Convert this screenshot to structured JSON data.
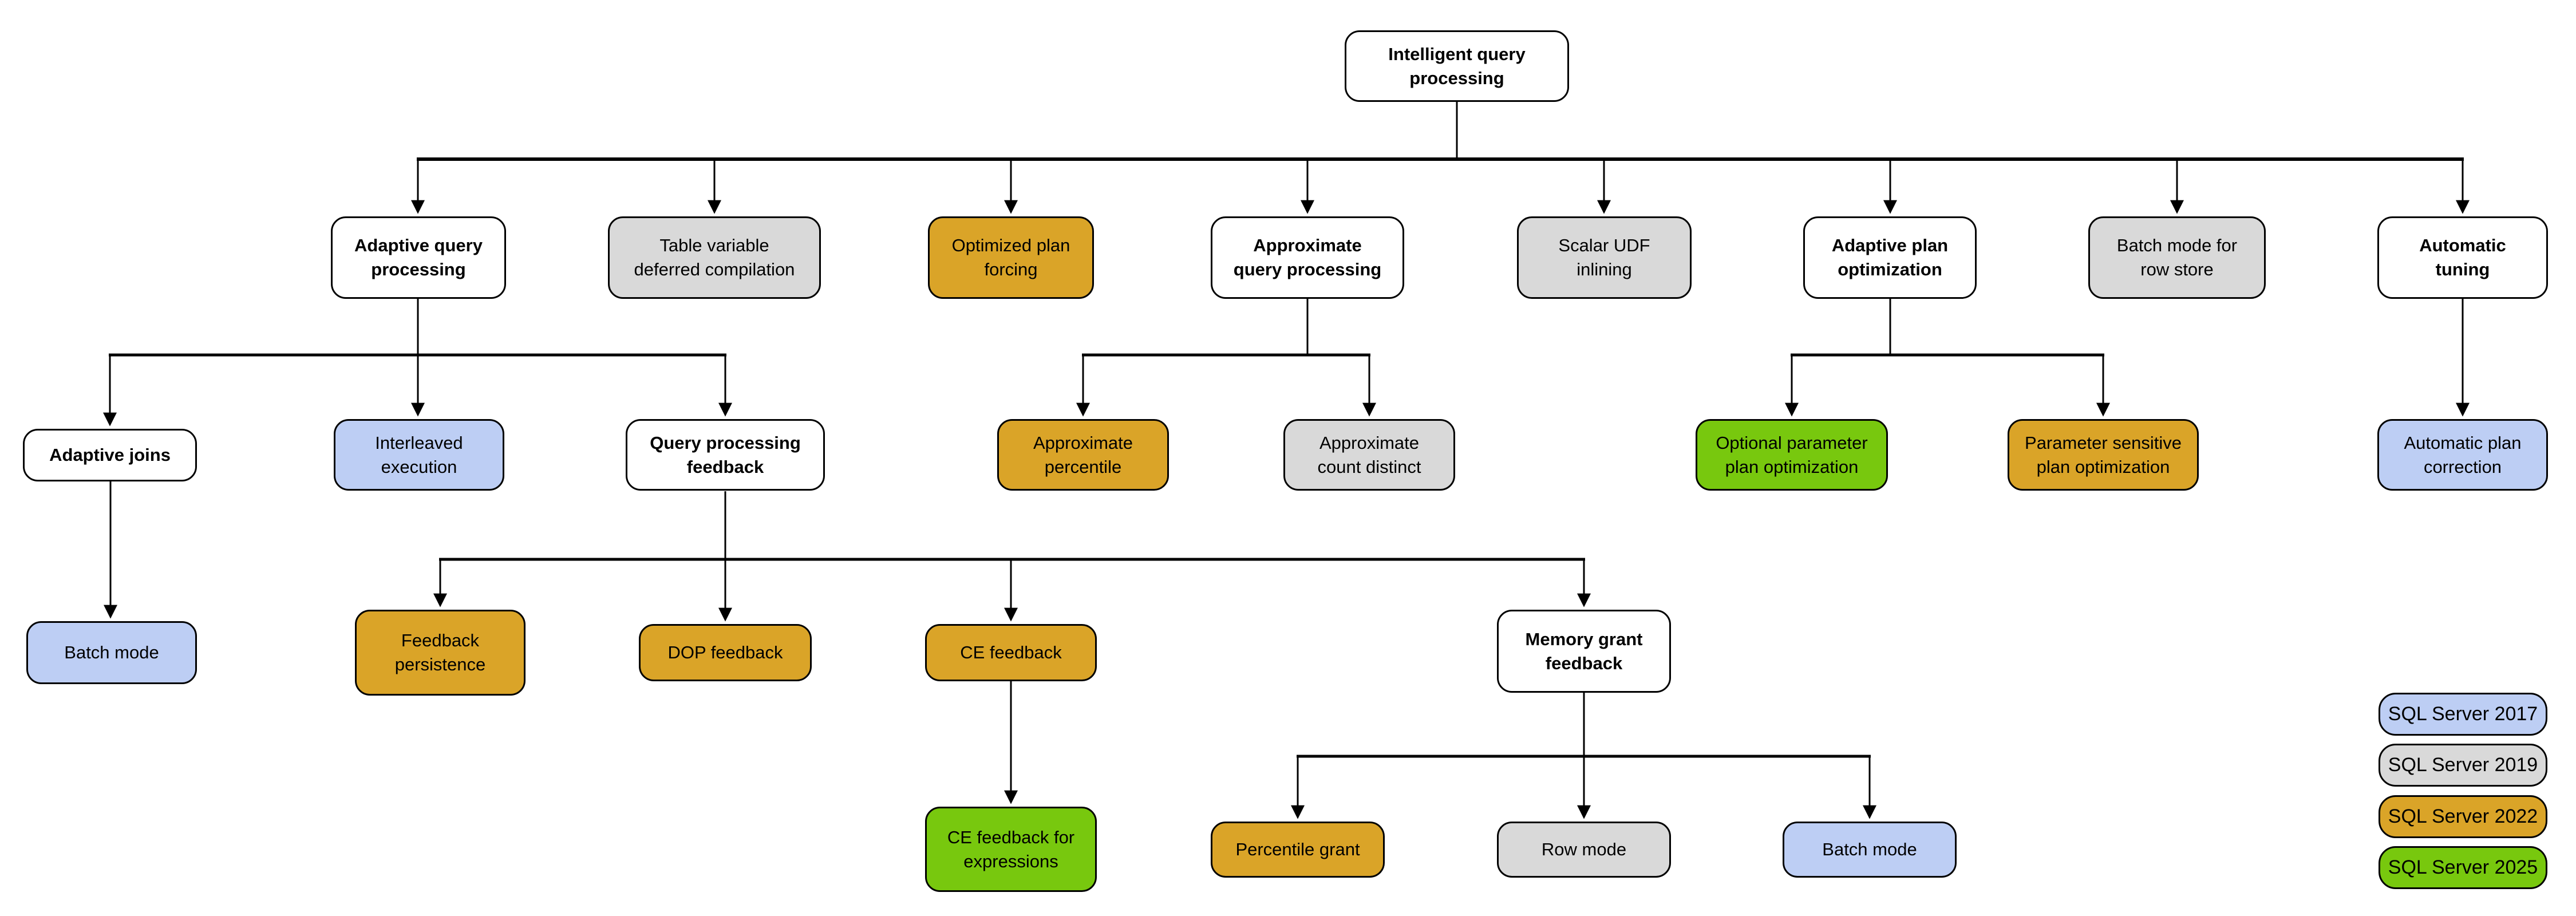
{
  "diagram": {
    "title": "Intelligent query processing",
    "nodes": {
      "root": {
        "label": "Intelligent query\nprocessing",
        "version": "white"
      },
      "adaptive_query_processing": {
        "label": "Adaptive query\nprocessing",
        "version": "white"
      },
      "table_variable_deferred_compilation": {
        "label": "Table variable\ndeferred compilation",
        "version": "SQL Server 2019"
      },
      "optimized_plan_forcing": {
        "label": "Optimized plan\nforcing",
        "version": "SQL Server 2022"
      },
      "approximate_query_processing": {
        "label": "Approximate\nquery processing",
        "version": "white"
      },
      "scalar_udf_inlining": {
        "label": "Scalar UDF\ninlining",
        "version": "SQL Server 2019"
      },
      "adaptive_plan_optimization": {
        "label": "Adaptive plan\noptimization",
        "version": "white"
      },
      "batch_mode_for_row_store": {
        "label": "Batch mode for\nrow store",
        "version": "SQL Server 2019"
      },
      "automatic_tuning": {
        "label": "Automatic\ntuning",
        "version": "white"
      },
      "adaptive_joins": {
        "label": "Adaptive joins",
        "version": "white"
      },
      "interleaved_execution": {
        "label": "Interleaved\nexecution",
        "version": "SQL Server 2017"
      },
      "query_processing_feedback": {
        "label": "Query processing\nfeedback",
        "version": "white"
      },
      "approximate_percentile": {
        "label": "Approximate\npercentile",
        "version": "SQL Server 2022"
      },
      "approximate_count_distinct": {
        "label": "Approximate\ncount distinct",
        "version": "SQL Server 2019"
      },
      "optional_parameter_plan_optimization": {
        "label": "Optional parameter\nplan optimization",
        "version": "SQL Server 2025"
      },
      "parameter_sensitive_plan_optimization": {
        "label": "Parameter sensitive\nplan optimization",
        "version": "SQL Server 2022"
      },
      "automatic_plan_correction": {
        "label": "Automatic plan\ncorrection",
        "version": "SQL Server 2017"
      },
      "batch_mode_adaptive_joins": {
        "label": "Batch mode",
        "version": "SQL Server 2017"
      },
      "feedback_persistence": {
        "label": "Feedback\npersistence",
        "version": "SQL Server 2022"
      },
      "dop_feedback": {
        "label": "DOP feedback",
        "version": "SQL Server 2022"
      },
      "ce_feedback": {
        "label": "CE feedback",
        "version": "SQL Server 2022"
      },
      "memory_grant_feedback": {
        "label": "Memory grant\nfeedback",
        "version": "white"
      },
      "ce_feedback_for_expressions": {
        "label": "CE feedback for\nexpressions",
        "version": "SQL Server 2025"
      },
      "percentile_grant": {
        "label": "Percentile grant",
        "version": "SQL Server 2022"
      },
      "row_mode": {
        "label": "Row mode",
        "version": "SQL Server 2019"
      },
      "batch_mode_memory_grant": {
        "label": "Batch mode",
        "version": "SQL Server 2017"
      }
    },
    "legend": {
      "items": [
        {
          "label": "SQL Server 2017",
          "color": "#bdcef4"
        },
        {
          "label": "SQL Server 2019",
          "color": "#d9d9d9"
        },
        {
          "label": "SQL Server 2022",
          "color": "#daa428"
        },
        {
          "label": "SQL Server 2025",
          "color": "#78c80e"
        }
      ]
    },
    "colors": {
      "uncolored_parent": "#ffffff",
      "sql_server_2017": "#bdcef4",
      "sql_server_2019": "#d9d9d9",
      "sql_server_2022": "#daa428",
      "sql_server_2025": "#78c80e",
      "border": "#000000",
      "connector": "#000000"
    }
  }
}
